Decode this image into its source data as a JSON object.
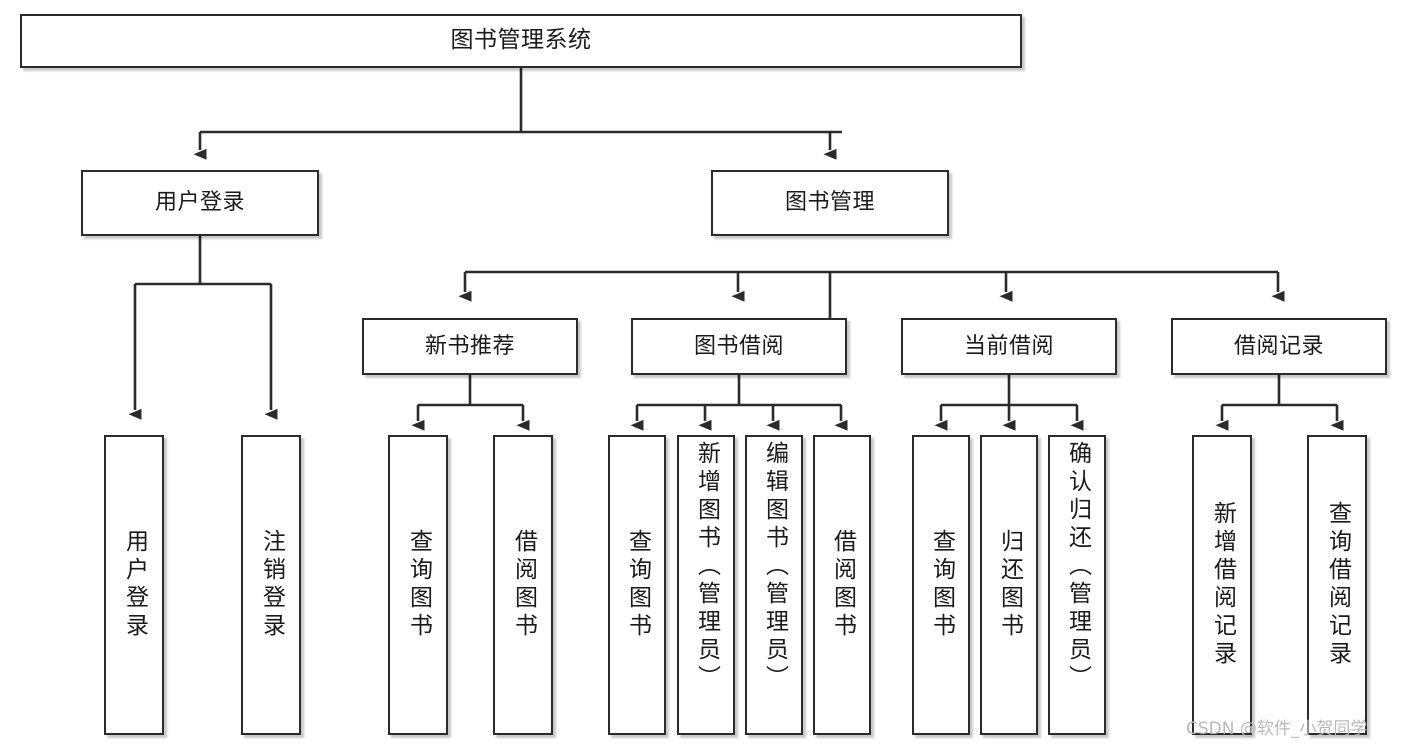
{
  "diagram": {
    "title": "图书管理系统",
    "type": "tree-hierarchy-chart",
    "watermark": "CSDN @软件_小贺同学",
    "colors": {
      "box_border": "#2b2b2b",
      "box_fill": "#ffffff",
      "edge": "#2b2b2b",
      "text": "#1a1a1a",
      "watermark": "#b9b9b9",
      "background": "#ffffff"
    }
  },
  "nodes": {
    "root": {
      "label": "图书管理系统"
    },
    "level2": [
      {
        "id": "user-login",
        "label": "用户登录"
      },
      {
        "id": "book-manage",
        "label": "图书管理"
      }
    ],
    "level3": [
      {
        "id": "new-book-recommend",
        "label": "新书推荐"
      },
      {
        "id": "book-borrow",
        "label": "图书借阅"
      },
      {
        "id": "current-borrow",
        "label": "当前借阅"
      },
      {
        "id": "borrow-record",
        "label": "借阅记录"
      }
    ],
    "leaves": {
      "user-login": [
        {
          "id": "leaf-user-login",
          "label": "用户登录"
        },
        {
          "id": "leaf-user-logout",
          "label": "注销登录"
        }
      ],
      "new-book-recommend": [
        {
          "id": "leaf-query-book-1",
          "label": "查询图书"
        },
        {
          "id": "leaf-borrow-book-1",
          "label": "借阅图书"
        }
      ],
      "book-borrow": [
        {
          "id": "leaf-query-book-2",
          "label": "查询图书"
        },
        {
          "id": "leaf-add-book",
          "label": "新增图书（管理员）"
        },
        {
          "id": "leaf-edit-book",
          "label": "编辑图书（管理员）"
        },
        {
          "id": "leaf-borrow-book-2",
          "label": "借阅图书"
        }
      ],
      "current-borrow": [
        {
          "id": "leaf-query-book-3",
          "label": "查询图书"
        },
        {
          "id": "leaf-return-book",
          "label": "归还图书"
        },
        {
          "id": "leaf-confirm-return",
          "label": "确认归还（管理员）"
        }
      ],
      "borrow-record": [
        {
          "id": "leaf-add-record",
          "label": "新增借阅记录"
        },
        {
          "id": "leaf-query-record",
          "label": "查询借阅记录"
        }
      ]
    }
  }
}
